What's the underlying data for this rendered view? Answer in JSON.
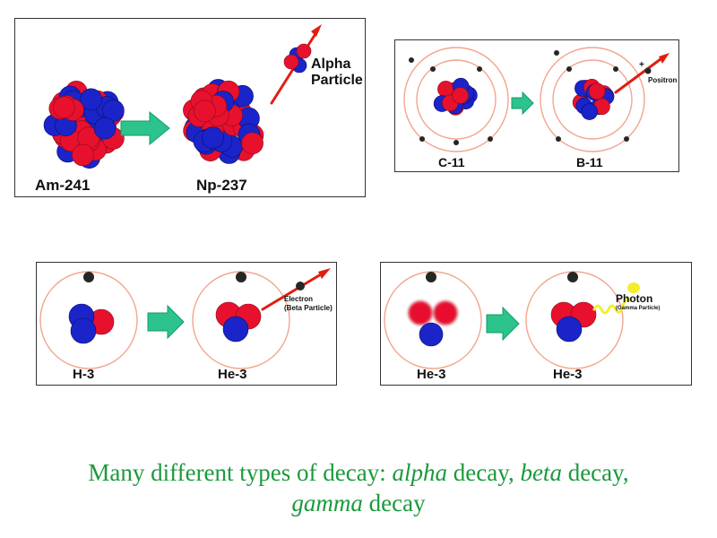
{
  "colors": {
    "proton": "#e8112d",
    "neutron": "#1a24c8",
    "arrow": "#2cc48c",
    "orbit": "#f2a58e",
    "particle_arrow": "#e01e12",
    "electron": "#262626",
    "photon": "#f4ee2a",
    "caption": "#1a9a3c"
  },
  "panels": {
    "alpha": {
      "parent_label": "Am-241",
      "daughter_label": "Np-237",
      "emitted_label_line1": "Alpha",
      "emitted_label_line2": "Particle"
    },
    "positron": {
      "parent_label": "C-11",
      "daughter_label": "B-11",
      "emitted_label": "Positron",
      "charge_sign": "+"
    },
    "beta": {
      "parent_label": "H-3",
      "daughter_label": "He-3",
      "emitted_label_line1": "Electron",
      "emitted_label_line2": "(Beta Particle)"
    },
    "gamma": {
      "parent_label": "He-3",
      "daughter_label": "He-3",
      "emitted_label_line1": "Photon",
      "emitted_label_line2": "(Gamma Particle)"
    }
  },
  "caption": {
    "part1": "Many different types of decay: ",
    "alpha_word": "alpha",
    "part2": " decay, ",
    "beta_word": "beta",
    "part3": " decay,",
    "gamma_word": "gamma",
    "part4": " decay"
  }
}
